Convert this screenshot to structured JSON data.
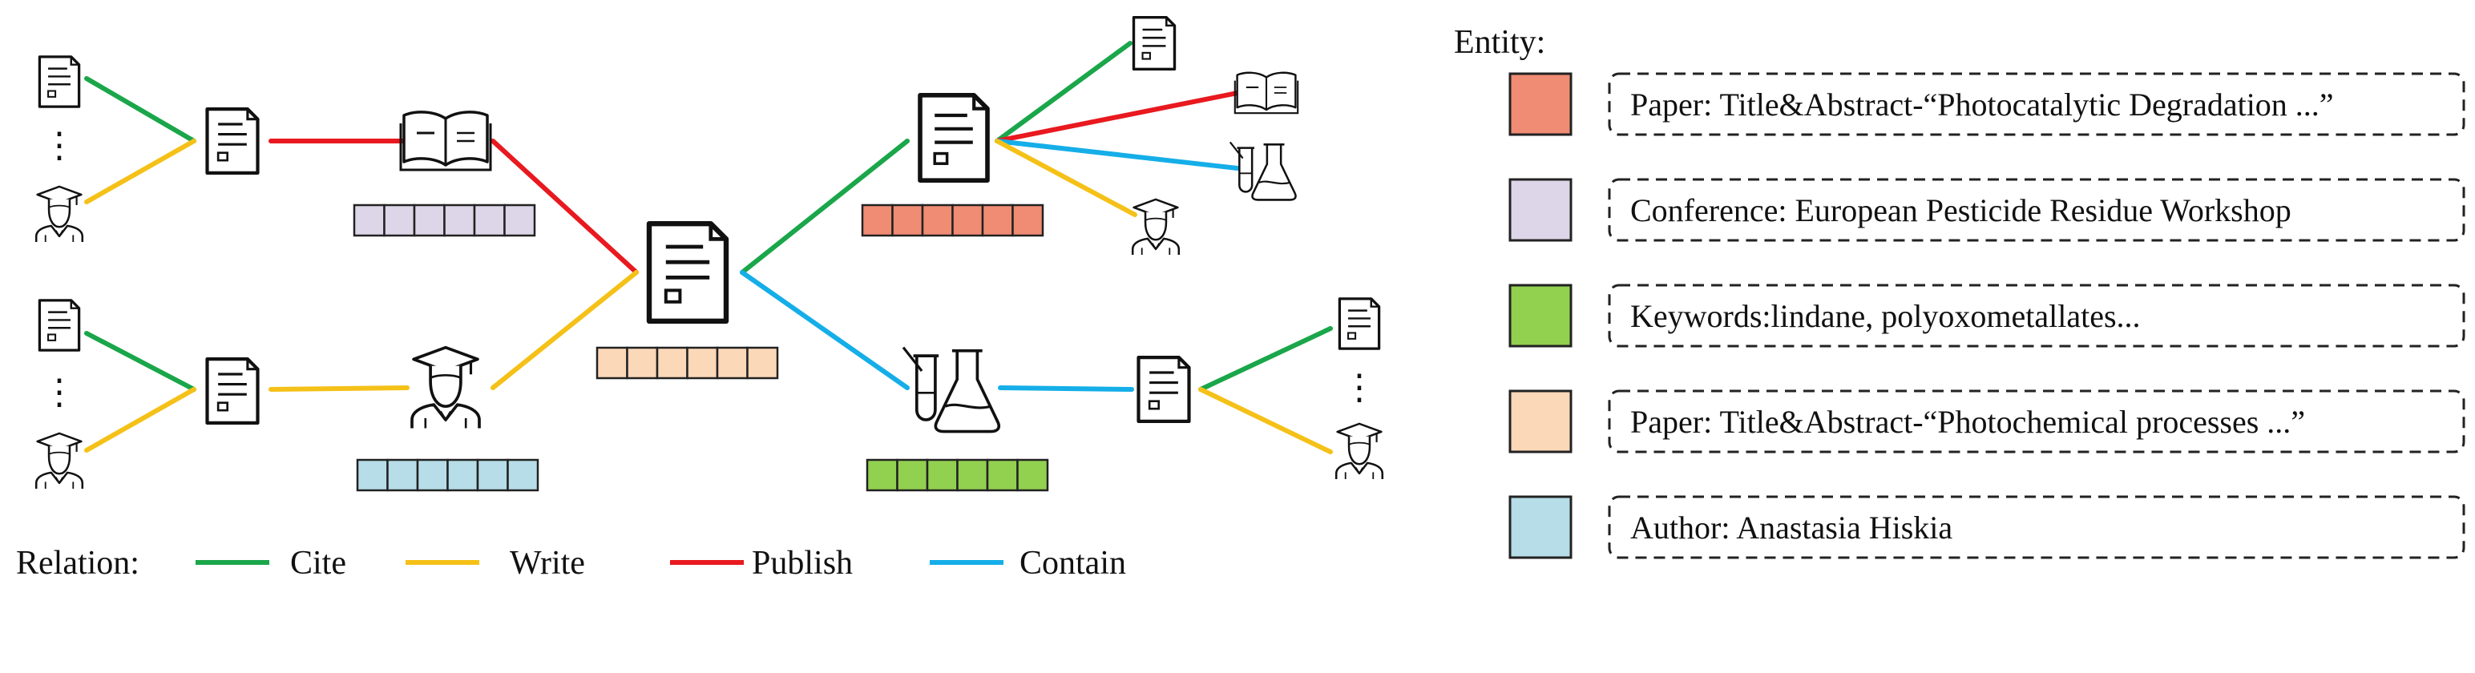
{
  "relation_legend": {
    "title": "Relation:",
    "items": [
      {
        "label": "Cite",
        "color": "#1aa64a"
      },
      {
        "label": "Write",
        "color": "#f5c118"
      },
      {
        "label": "Publish",
        "color": "#e8191f"
      },
      {
        "label": "Contain",
        "color": "#15aee8"
      }
    ]
  },
  "entity_legend": {
    "title": "Entity:",
    "items": [
      {
        "color": "#f08c74",
        "label": "Paper: Title&Abstract-“Photocatalytic Degradation ...”"
      },
      {
        "color": "#ddd6e8",
        "label": "Conference: European Pesticide Residue Workshop"
      },
      {
        "color": "#92d050",
        "label": "Keywords:lindane, polyoxometallates..."
      },
      {
        "color": "#fbd8b8",
        "label": "Paper: Title&Abstract-“Photochemical processes ...”"
      },
      {
        "color": "#b6dde8",
        "label": "Author: Anastasia Hiskia"
      }
    ]
  },
  "embedding_colors": {
    "conference": "#ddd6e8",
    "author": "#b6dde8",
    "center_paper": "#fbd8b8",
    "paper": "#f08c74",
    "keywords": "#92d050"
  },
  "node_icons": [
    "document-icon",
    "book-icon",
    "graduate-icon",
    "flask-icon"
  ],
  "ellipsis": "⋮"
}
